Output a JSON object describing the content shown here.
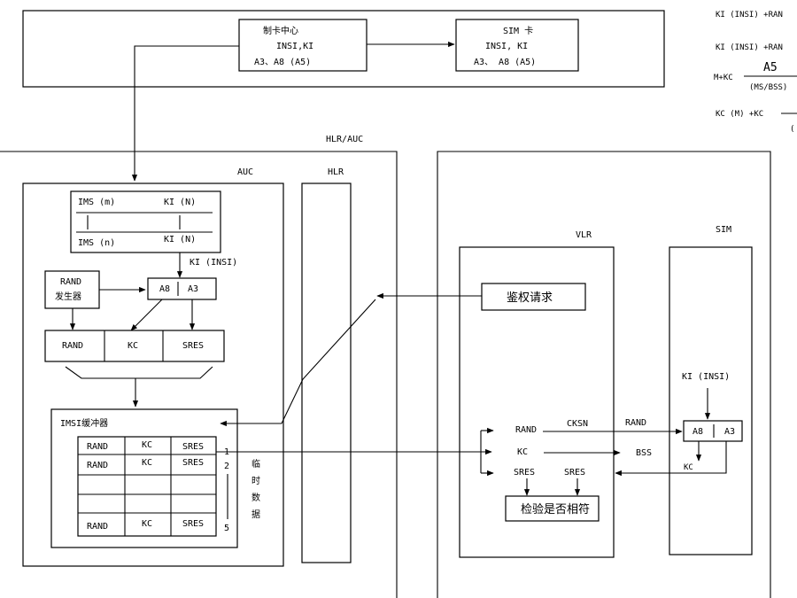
{
  "top": {
    "card_center": {
      "title": "制卡中心",
      "line2": "INSI,KI",
      "line3": "A3、A8 (A5)"
    },
    "sim_card": {
      "title": "SIM 卡",
      "line2": "INSI, KI",
      "line3": "A3、 A8 (A5)"
    }
  },
  "right_formulas": {
    "f1": "KI (INSI) +RAN",
    "f2": "KI (INSI) +RAN",
    "f3_left": "M+KC",
    "f3_top": "A5",
    "f3_bottom": "(MS/BSS)",
    "f4": "KC (M) +KC",
    "f4_bottom": "("
  },
  "labels": {
    "hlr_auc": "HLR/AUC",
    "auc": "AUC",
    "hlr": "HLR",
    "vlr": "VLR",
    "sim": "SIM"
  },
  "auc": {
    "ki_table": {
      "r1_left": "IMS (m)",
      "r1_right": "KI (N)",
      "r2_left": "IMS (n)",
      "r2_right": "KI (N)"
    },
    "ki_insi": "KI (INSI)",
    "rand_gen_line1": "RAND",
    "rand_gen_line2": "发生器",
    "algo_a8": "A8",
    "algo_a3": "A3",
    "triplet": [
      "RAND",
      "KC",
      "SRES"
    ],
    "buffer_title": "IMSI缓冲器",
    "buffer_rows": [
      [
        "RAND",
        "KC",
        "SRES"
      ],
      [
        "RAND",
        "KC",
        "SRES"
      ],
      [
        "",
        "",
        ""
      ],
      [
        "",
        "",
        ""
      ],
      [
        "RAND",
        "KC",
        "SRES"
      ]
    ],
    "row_numbers": [
      "1",
      "2",
      "5"
    ],
    "temp_data": [
      "临",
      "时",
      "数",
      "据"
    ]
  },
  "vlr": {
    "auth_request": "鉴权请求",
    "rand": "RAND",
    "cksn": "CKSN",
    "rand_to_sim": "RAND",
    "kc": "KC",
    "bss": "BSS",
    "sres_left": "SRES",
    "sres_right": "SRES",
    "verify": "检验是否相符"
  },
  "sim": {
    "ki_insi": "KI (INSI)",
    "a8": "A8",
    "a3": "A3",
    "kc": "KC"
  }
}
